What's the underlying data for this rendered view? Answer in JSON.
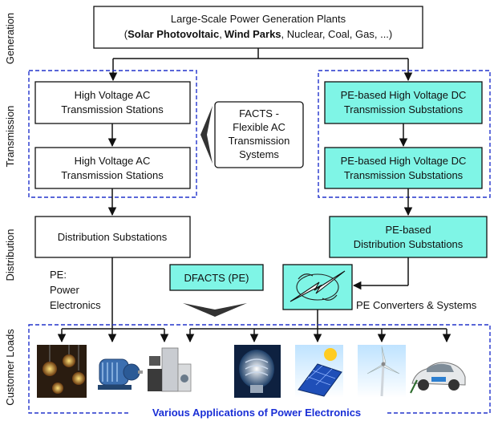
{
  "stages": {
    "generation": "Generation",
    "transmission": "Transmission",
    "distribution": "Distribution",
    "customer_loads": "Customer Loads"
  },
  "generation_box": {
    "line1": "Large-Scale Power Generation Plants",
    "open": "(",
    "bold1": "Solar Photovoltaic",
    "sep1": ",",
    "bold2": "Wind Parks",
    "rest": ", Nuclear, Coal, Gas, ...)"
  },
  "ac_path": {
    "station1": [
      "High Voltage AC",
      "Transmission Stations"
    ],
    "station2": [
      "High Voltage AC",
      "Transmission Stations"
    ],
    "distribution": "Distribution Substations"
  },
  "dc_path": {
    "station1": [
      "PE-based High Voltage DC",
      "Transmission Substations"
    ],
    "station2": [
      "PE-based High Voltage DC",
      "Transmission Substations"
    ],
    "distribution": [
      "PE-based",
      "Distribution Substations"
    ]
  },
  "facts": [
    "FACTS -",
    "Flexible AC",
    "Transmission",
    "Systems"
  ],
  "dfacts": "DFACTS (PE)",
  "pe_note": [
    "PE:",
    "Power",
    "Electronics"
  ],
  "pe_converters_label": "PE Converters & Systems",
  "applications_title": "Various Applications of Power Electronics",
  "load_icons": [
    "light-bulbs-icon",
    "electric-motor-icon",
    "home-appliances-icon",
    "led-lamp-icon",
    "solar-panel-icon",
    "wind-turbine-icon",
    "electric-vehicle-icon"
  ],
  "colors": {
    "teal_box": "#7ff5e6",
    "dashed_border": "#2233cc",
    "title_blue": "#1a2fd6"
  }
}
